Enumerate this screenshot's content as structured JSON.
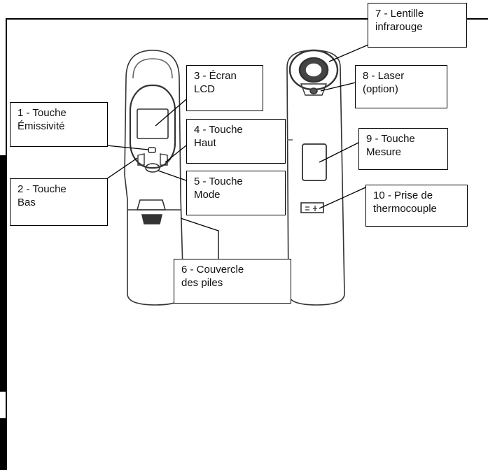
{
  "labels": {
    "touche_emissivite": [
      "1 - Touche",
      "Émissivité"
    ],
    "touche_bas": [
      "2 - Touche",
      "Bas"
    ],
    "ecran_lcd": [
      "3 - Écran",
      "LCD"
    ],
    "touche_haut": [
      "4 - Touche",
      "Haut"
    ],
    "touche_mode": [
      "5 - Touche",
      "Mode"
    ],
    "couvercle_piles": [
      "6 - Couvercle",
      "des piles"
    ],
    "lentille_infrarouge": [
      "7 - Lentille",
      "infrarouge"
    ],
    "laser": [
      "8 - Laser",
      "(option)"
    ],
    "touche_mesure": [
      "9 - Touche",
      "Mesure"
    ],
    "prise_thermocouple": [
      "10 - Prise de",
      "thermocouple"
    ]
  }
}
